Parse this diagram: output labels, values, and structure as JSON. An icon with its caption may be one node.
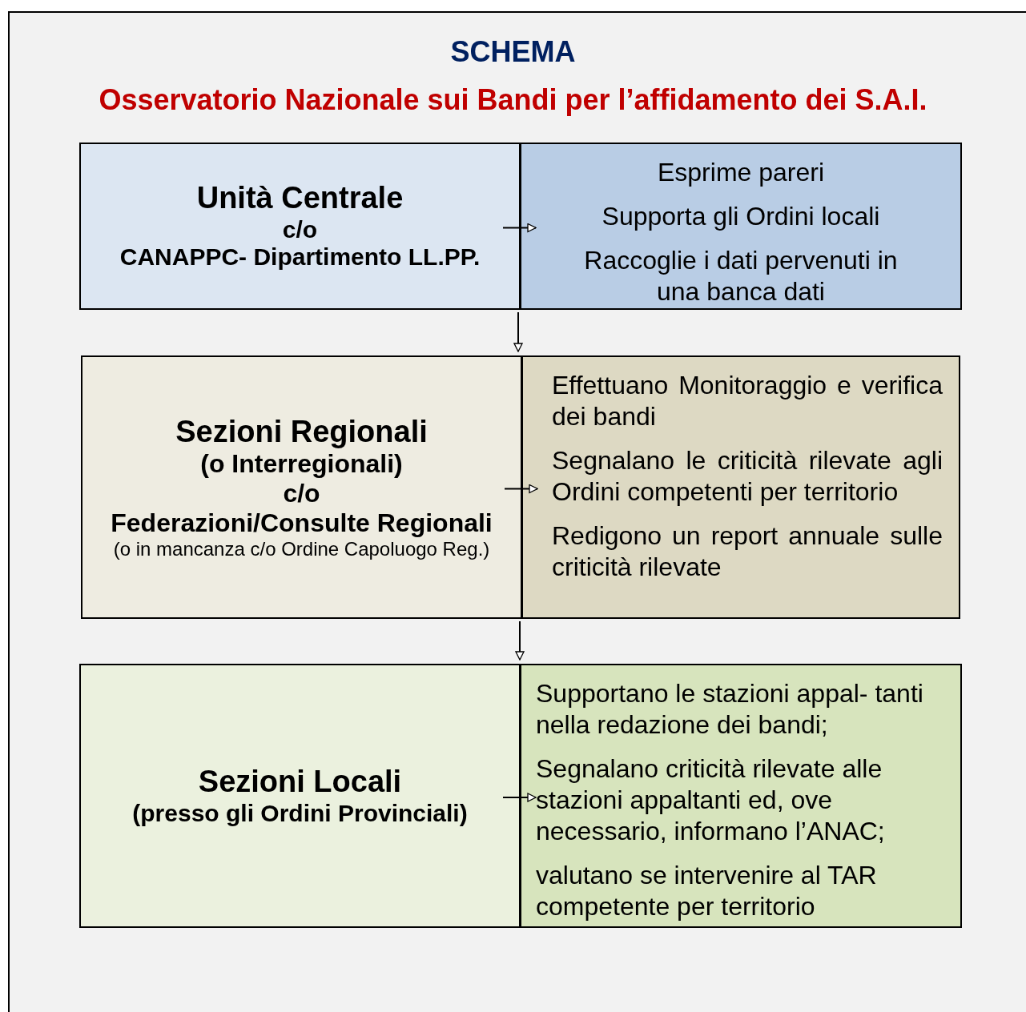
{
  "diagram": {
    "title": "SCHEMA",
    "nodes": [
      {
        "text": [
          "Unità Centrale",
          "c/o",
          "CANAPPC- Dipartimento LL.PP."
        ]
      },
      {
        "text": [
          "Esprime pareri",
          "Supporta gli Ordini locali",
          "Raccoglie i dati pervenuti in una banca dati"
        ]
      },
      {
        "text": [
          "Sezioni Regionali",
          "(o Interregionali)",
          "c/o",
          "Federazioni/Consulte Regionali",
          "(o in mancanza c/o Ordine Capoluogo Reg.)"
        ]
      },
      {
        "text": [
          "Effettuano Monitoraggio e verifica dei bandi",
          "Segnalano le criticità rilevate agli Ordini competenti per territorio",
          "Redigono un report annuale sulle criticità rilevate"
        ]
      },
      {
        "text": [
          "Sezioni Locali",
          "(presso gli Ordini Provinciali)"
        ]
      },
      {
        "text": [
          "Supportano le stazioni appal- tanti nella redazione dei bandi;",
          "Segnalano criticità rilevate alle stazioni appaltanti ed, ove necessario, informano l’ANAC;",
          "valutano se intervenire al TAR competente per territorio"
        ]
      }
    ],
    "edges": [
      {
        "from": 0,
        "to": 1,
        "arrow": "to"
      },
      {
        "from": 0,
        "to": 2,
        "arrow": "to"
      },
      {
        "from": 2,
        "to": 3,
        "arrow": "to"
      },
      {
        "from": 2,
        "to": 4,
        "arrow": "to"
      },
      {
        "from": 4,
        "to": 5,
        "arrow": "to"
      }
    ],
    "labels": [
      "Osservatorio Nazionale sui Bandi per l’affidamento dei S.A.I."
    ]
  }
}
